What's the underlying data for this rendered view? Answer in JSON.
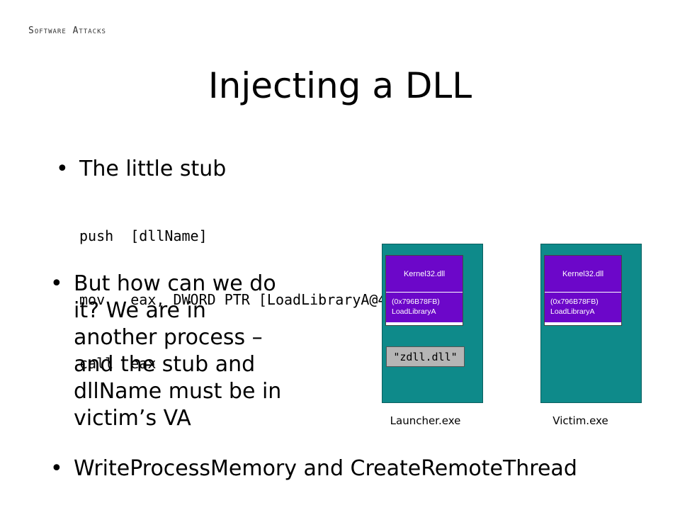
{
  "slide": {
    "header": "Software Attacks",
    "title": "Injecting a DLL",
    "bullets": {
      "stub": "The little stub",
      "how": "But how can we do it? We are in another process – and the stub and dllName must be in victim’s VA",
      "apis": "WriteProcessMemory and CreateRemoteThread"
    },
    "bullet_marker": "•",
    "code": [
      "push  [dllName]",
      "mov   eax, DWORD PTR [LoadLibraryA@4]",
      "call  eax"
    ]
  },
  "diagram": {
    "launcher": {
      "label": "Launcher.exe",
      "dll_name": "Kernel32.dll",
      "address": "(0x796B78FB)",
      "function": "LoadLibraryA",
      "string": "\"zdll.dll\""
    },
    "victim": {
      "label": "Victim.exe",
      "dll_name": "Kernel32.dll",
      "address": "(0x796B78FB)",
      "function": "LoadLibraryA"
    }
  },
  "colors": {
    "process_bg": "#0e8a8a",
    "dll_bg": "#6c07c9",
    "string_bg": "#b5b5b5"
  }
}
